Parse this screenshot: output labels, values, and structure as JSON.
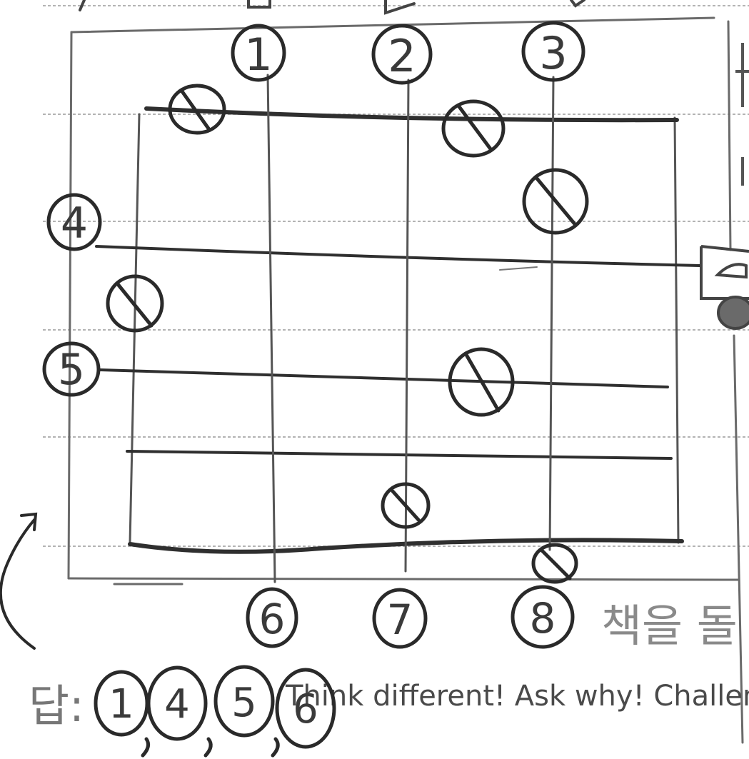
{
  "circled_numbers": {
    "top": [
      "1",
      "2",
      "3"
    ],
    "left": [
      "4",
      "5"
    ],
    "bottom": [
      "6",
      "7",
      "8"
    ]
  },
  "side_note": "책을 돌",
  "answer": {
    "prefix": "답:",
    "values": [
      "1",
      "4",
      "5",
      "6"
    ]
  },
  "printed_footer": "Think different! Ask why! Challenge"
}
